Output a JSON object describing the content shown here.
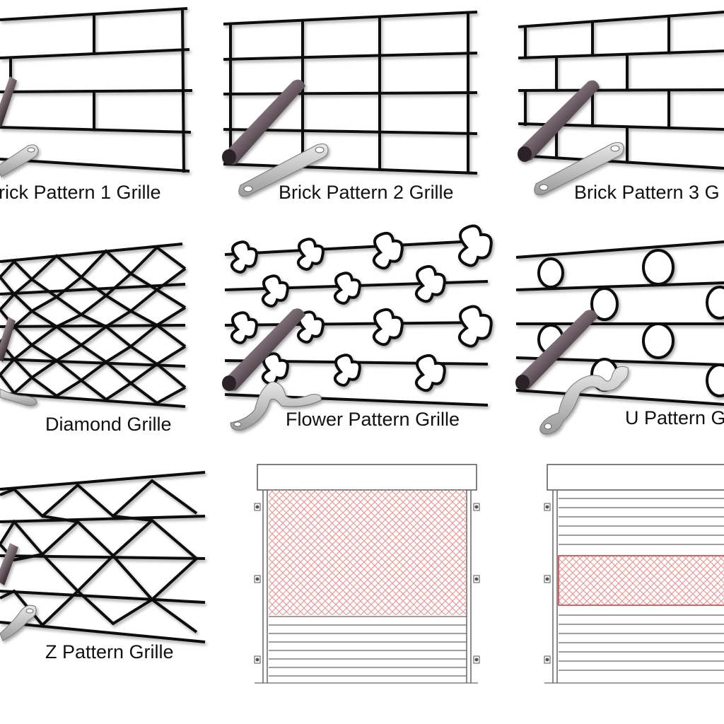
{
  "captions": {
    "brick1": "rick Pattern 1 Grille",
    "brick2": "Brick Pattern 2 Grille",
    "brick3": "Brick Pattern 3 G",
    "diamond": "Diamond Grille",
    "flower": "Flower Pattern Grille",
    "u_pattern": "U Pattern G",
    "z_pattern": "Z Pattern Grille"
  },
  "colors": {
    "grille_line": "#111111",
    "mesh_pink": "#e8a0a0",
    "shutter_line": "#555555",
    "panel_border": "#cc3333"
  }
}
